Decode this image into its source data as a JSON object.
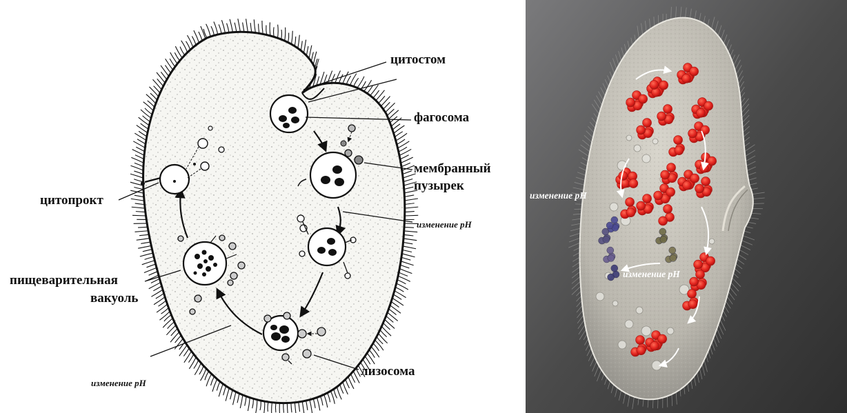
{
  "diagram": {
    "labels": {
      "cytostome": "цитостом",
      "phagosome": "фагосома",
      "membrane_vesicle_1": "мембранный",
      "membrane_vesicle_2": "пузырек",
      "ph_change_right": "изменение pH",
      "cytoproct": "цитопрокт",
      "digestive_vacuole_1": "пищеварительная",
      "digestive_vacuole_2": "вакуоль",
      "ph_change_bottom": "изменение pH",
      "lysosome": "лизосома"
    }
  },
  "photo": {
    "labels": {
      "ph_change_left": "изменение pH",
      "ph_change_center": "изменение pH"
    }
  },
  "colors": {
    "ink": "#111111",
    "cell_fill": "#f6f6f2",
    "photo_background": "#4a4a4a",
    "stained_vacuole_red": "#e0221d",
    "stained_vacuole_blue": "#4b4a93",
    "arrow_white": "#ffffff"
  }
}
